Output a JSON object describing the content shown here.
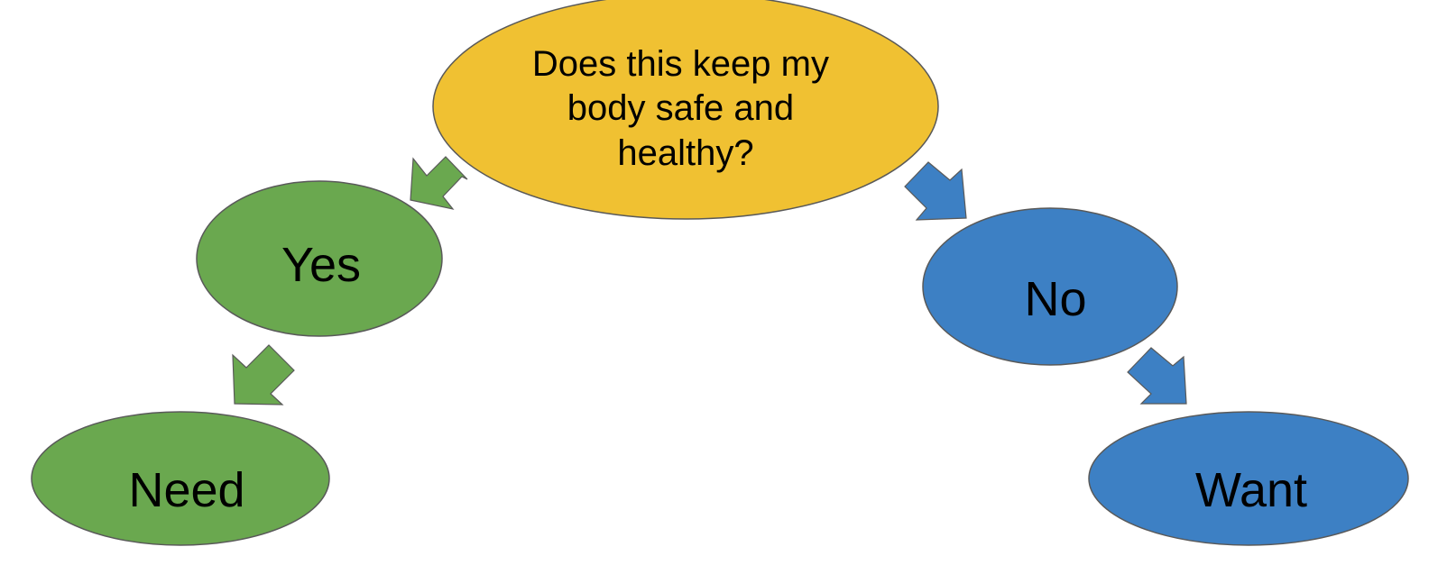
{
  "colors": {
    "question_fill": "#F0C132",
    "yes_fill": "#6AA84F",
    "no_fill": "#3D80C4",
    "outline": "#595959",
    "text": "#000000"
  },
  "question": {
    "lines": [
      "Does this keep my",
      "body safe and",
      "healthy?"
    ]
  },
  "yes_branch": {
    "answer_label": "Yes",
    "result_label": "Need"
  },
  "no_branch": {
    "answer_label": "No",
    "result_label": "Want"
  }
}
